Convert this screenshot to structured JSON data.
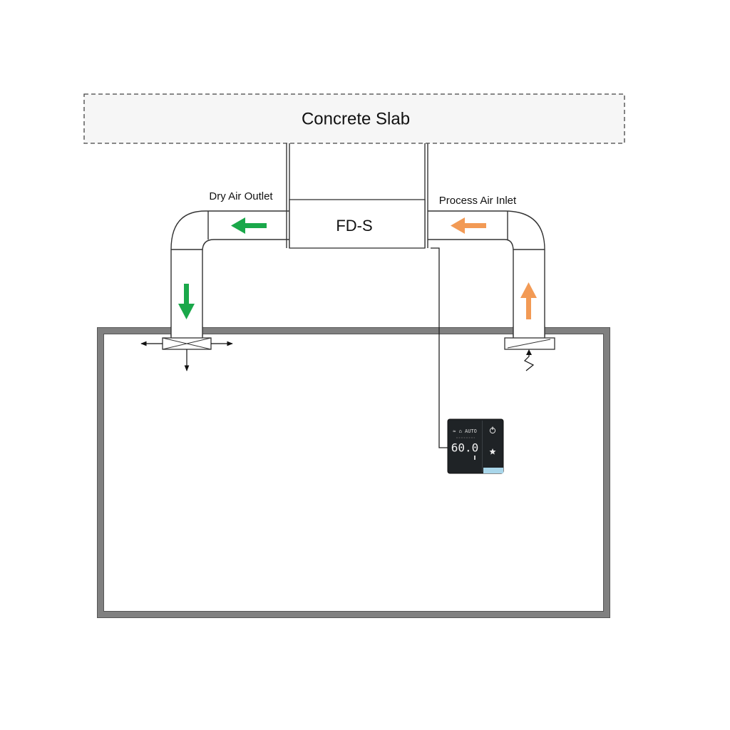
{
  "slab": {
    "label": "Concrete Slab"
  },
  "unit": {
    "label": "FD-S"
  },
  "outlet": {
    "label": "Dry Air Outlet"
  },
  "inlet": {
    "label": "Process Air Inlet"
  },
  "controller": {
    "status_line": "≈ ⌂ AUTO",
    "reading": "60.0",
    "power_icon": "power-icon",
    "star_icon": "star-icon"
  },
  "colors": {
    "dry_air": "#1aa84a",
    "process_air": "#f29a55",
    "duct_stroke": "#333333",
    "room_wall": "#808080",
    "slab_fill": "#f6f6f6",
    "controller_body": "#1f2326",
    "controller_accent": "#a9d6ea"
  }
}
